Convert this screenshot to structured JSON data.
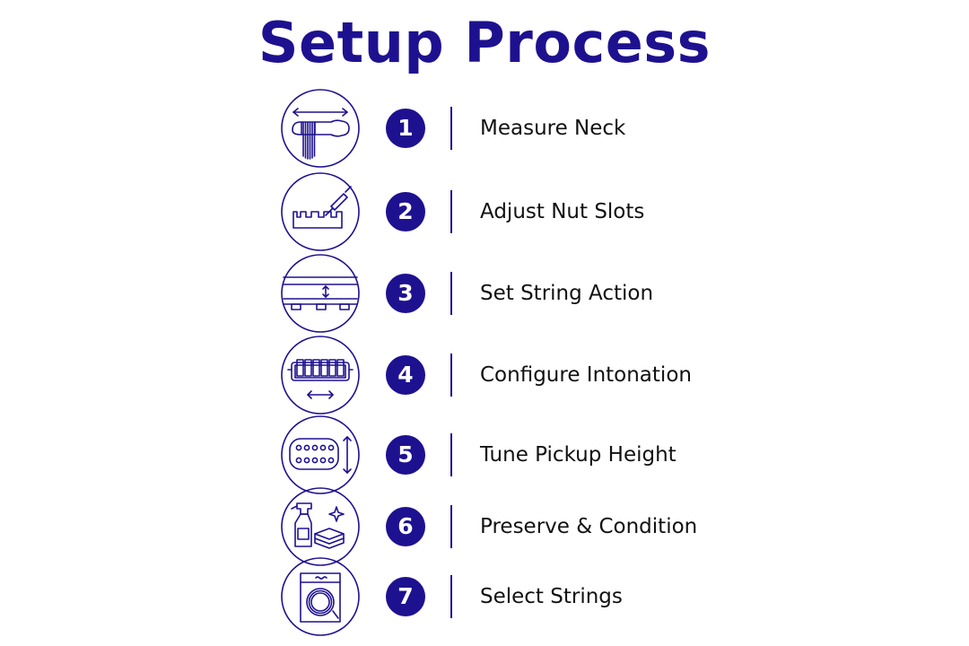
{
  "title": "Setup Process",
  "colors": {
    "primary": "#1e1190",
    "text": "#111111",
    "background": "#ffffff"
  },
  "steps": [
    {
      "number": "1",
      "label": "Measure Neck",
      "icon": "neck-measure-icon"
    },
    {
      "number": "2",
      "label": "Adjust Nut Slots",
      "icon": "nut-file-icon"
    },
    {
      "number": "3",
      "label": "Set String Action",
      "icon": "string-action-icon"
    },
    {
      "number": "4",
      "label": "Configure Intonation",
      "icon": "bridge-saddle-icon"
    },
    {
      "number": "5",
      "label": "Tune Pickup Height",
      "icon": "pickup-height-icon"
    },
    {
      "number": "6",
      "label": "Preserve & Condition",
      "icon": "cleaning-spray-icon"
    },
    {
      "number": "7",
      "label": "Select Strings",
      "icon": "string-pack-icon"
    }
  ]
}
